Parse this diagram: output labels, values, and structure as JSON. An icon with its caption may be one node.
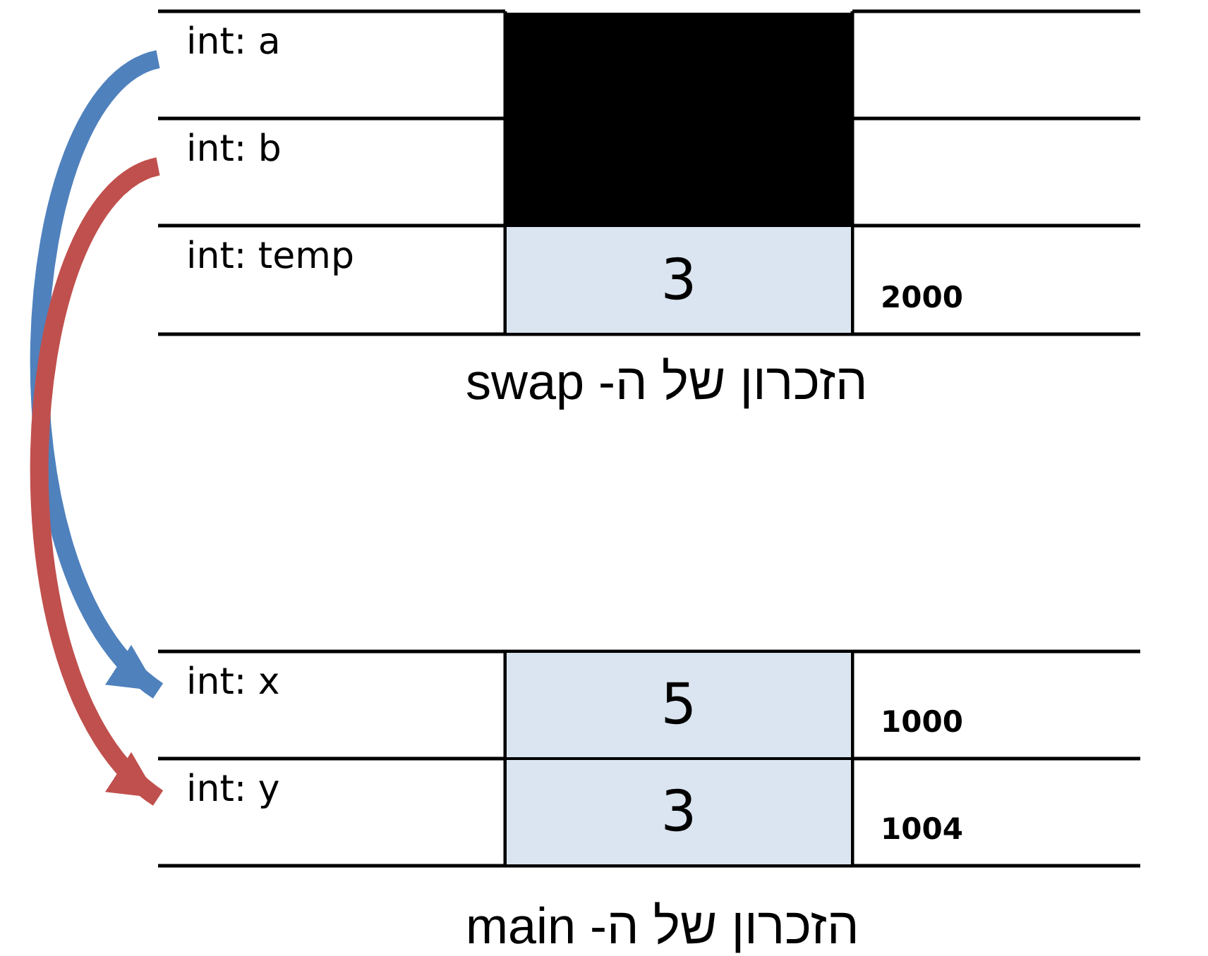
{
  "diagram": {
    "nodes": [
      {
        "text": [
          "int: a"
        ]
      },
      {
        "text": [
          "int: b"
        ]
      },
      {
        "text": [],
        "shape": "box"
      },
      {
        "text": [
          "int: temp"
        ]
      },
      {
        "text": [
          "3"
        ],
        "beside": [
          "2000"
        ]
      },
      {
        "text": [
          "int: x"
        ]
      },
      {
        "text": [
          "5"
        ],
        "beside": [
          "1000"
        ]
      },
      {
        "text": [
          "int: y"
        ]
      },
      {
        "text": [
          "3"
        ],
        "beside": [
          "1004"
        ]
      }
    ],
    "edges": [
      {
        "from": 0,
        "to": 5,
        "arrow": "to",
        "color": "#4f81bd"
      },
      {
        "from": 1,
        "to": 7,
        "arrow": "to",
        "color": "#c0504d"
      }
    ],
    "labels": [
      "הזכרון של ה- swap",
      "הזכרון של ה- main"
    ]
  }
}
